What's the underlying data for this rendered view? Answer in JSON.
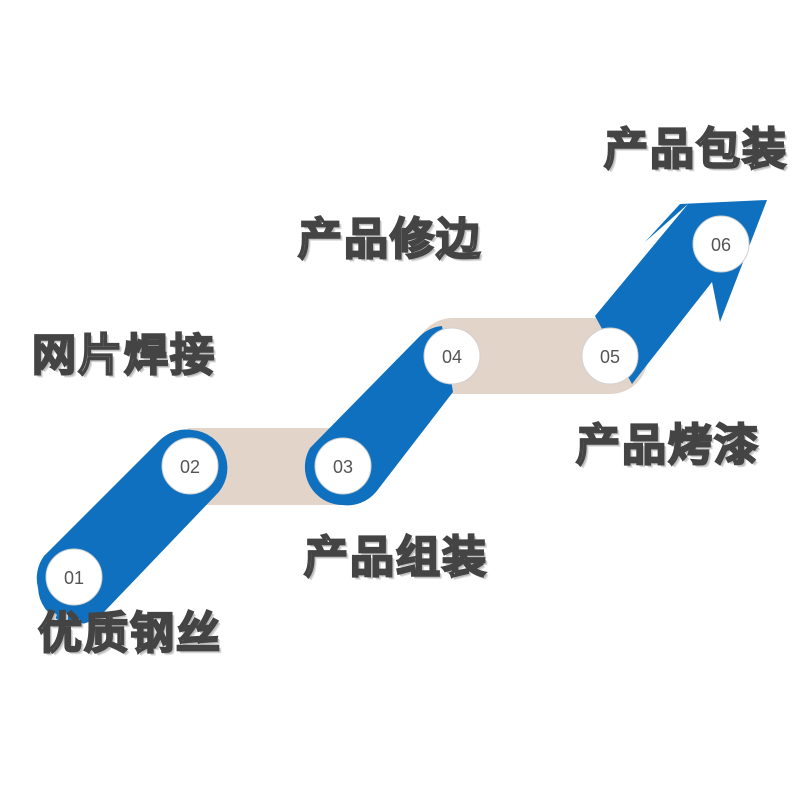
{
  "steps": [
    {
      "number": "01",
      "label": "优质钢丝"
    },
    {
      "number": "02",
      "label": "网片焊接"
    },
    {
      "number": "03",
      "label": "产品组装"
    },
    {
      "number": "04",
      "label": "产品修边"
    },
    {
      "number": "05",
      "label": "产品烤漆"
    },
    {
      "number": "06",
      "label": "产品包装"
    }
  ],
  "colors": {
    "blue": "#0f70bf",
    "beige": "#e3d4ca",
    "circle_fill": "#ffffff",
    "text_stroke": "#444444"
  }
}
